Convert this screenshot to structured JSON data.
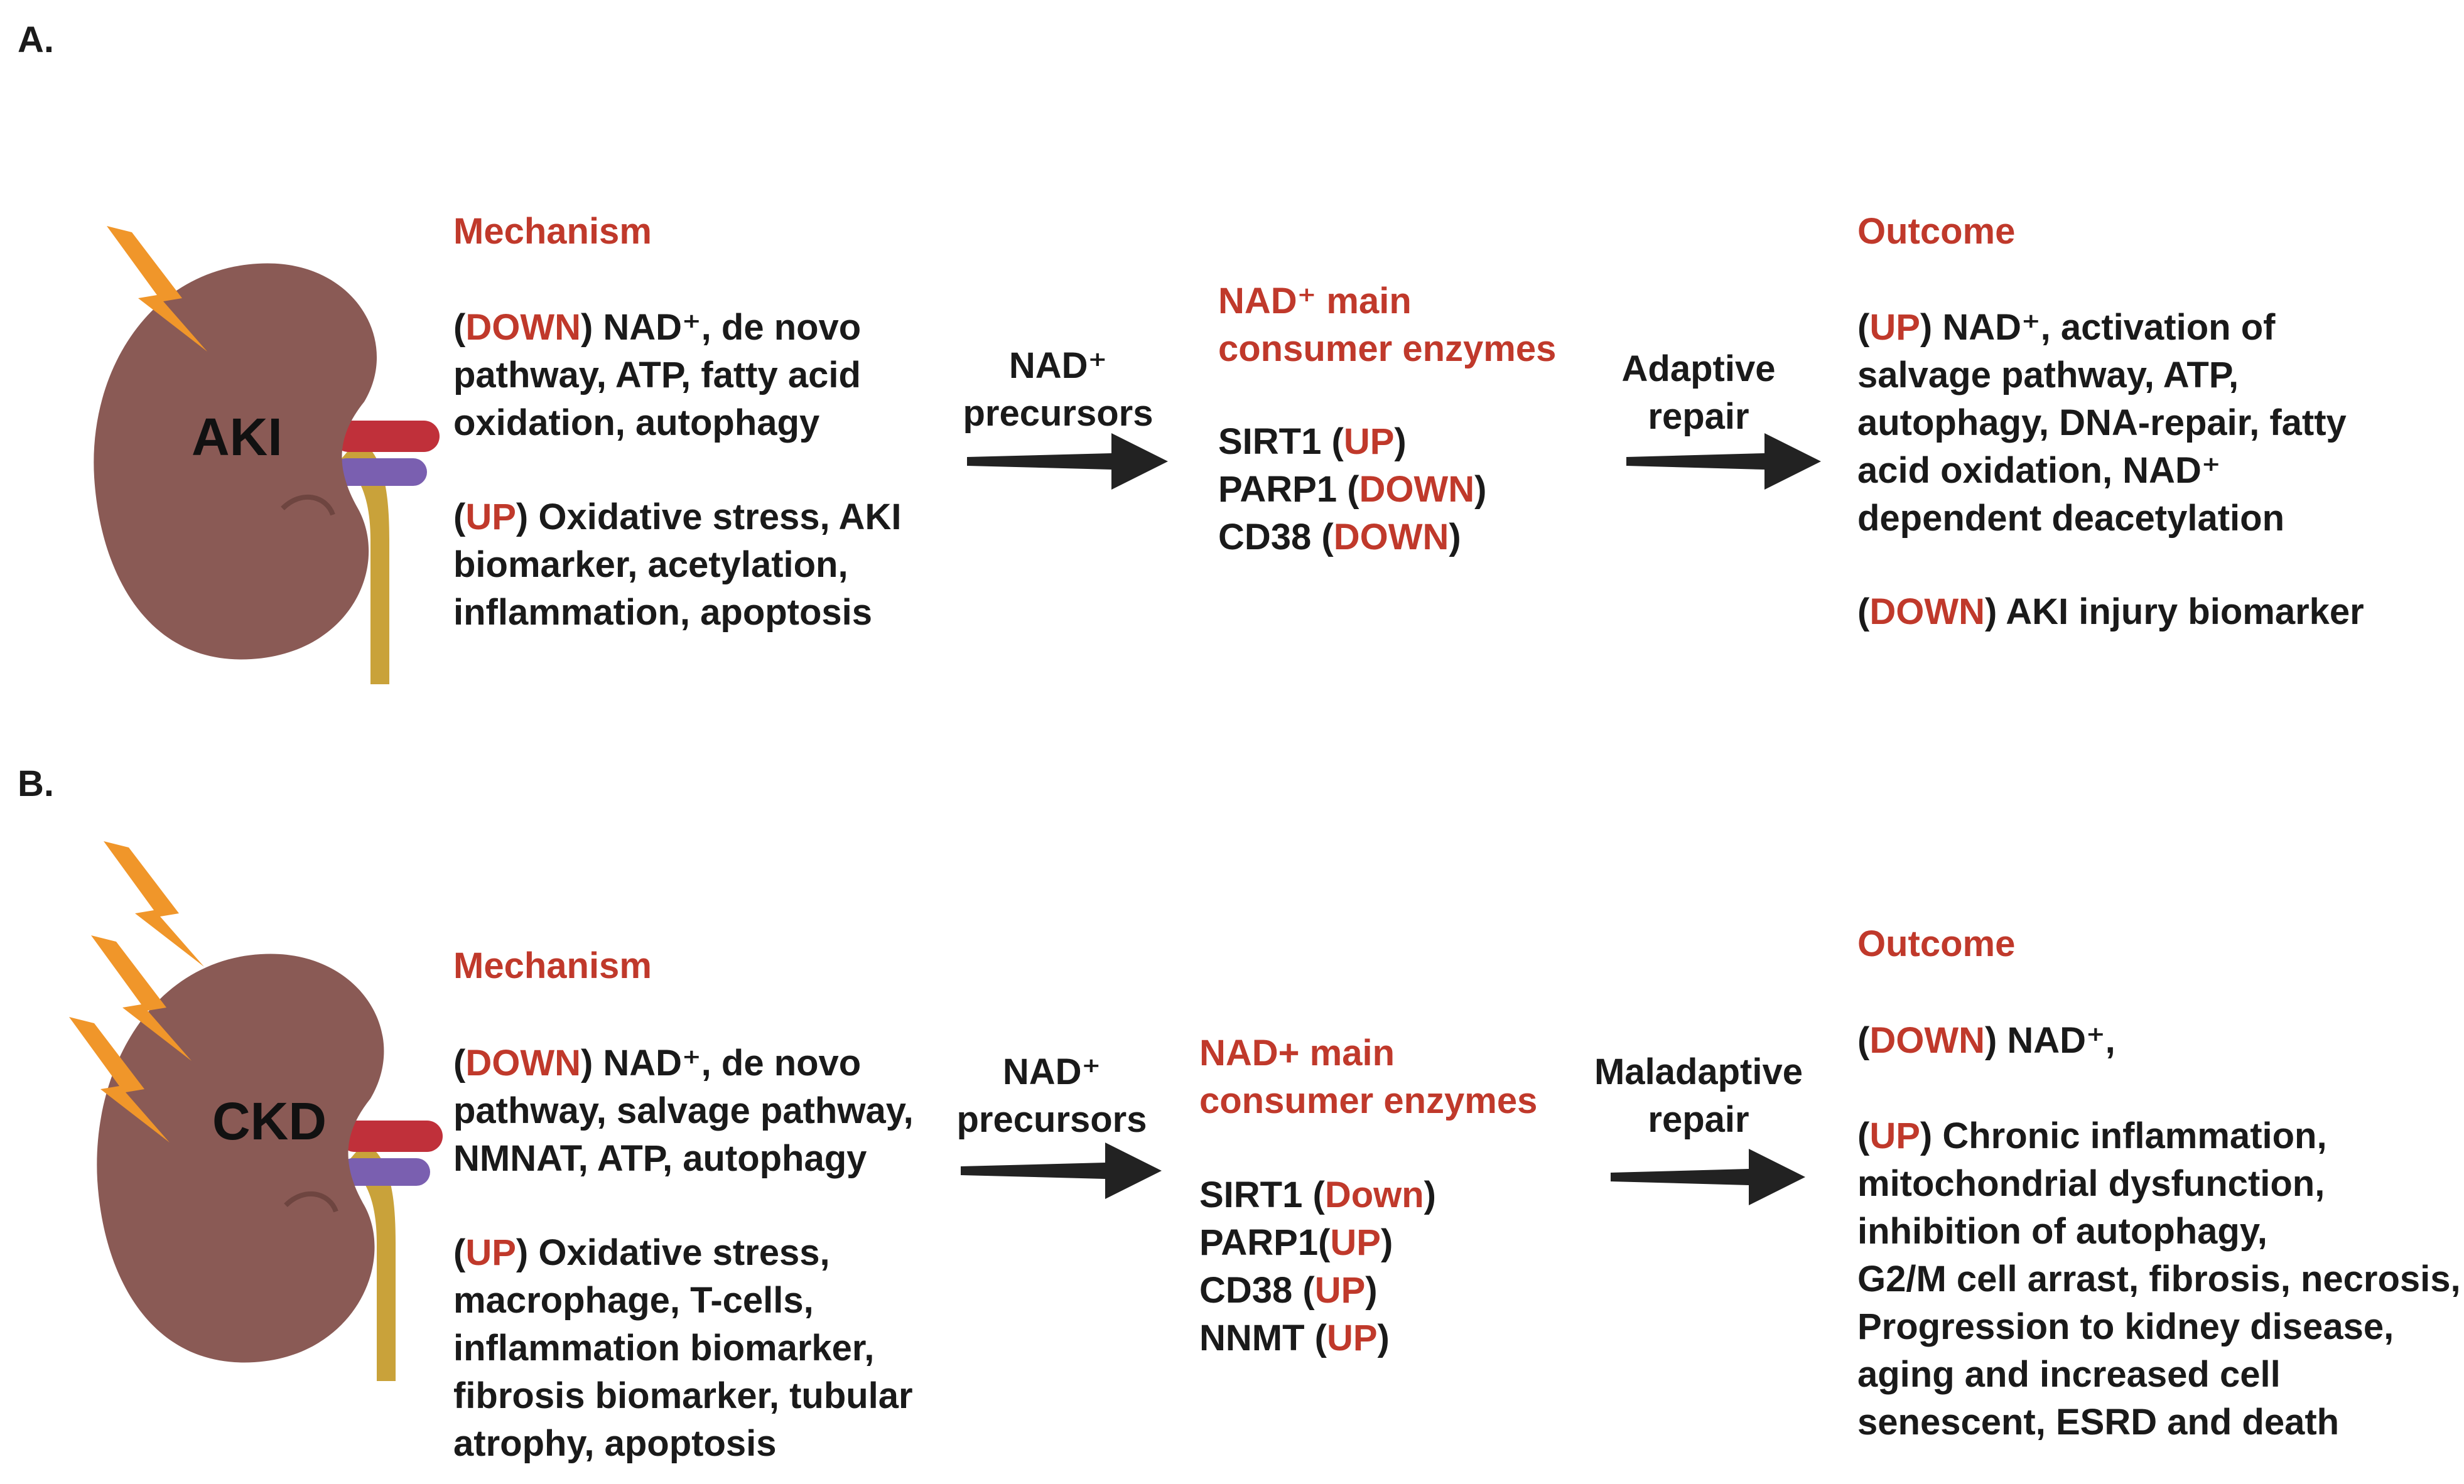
{
  "panel_a": {
    "label": "A.",
    "kidney_label": "AKI",
    "mechanism": {
      "heading": "Mechanism",
      "down": {
        "tag": "DOWN",
        "lines": [
          ") NAD⁺, de novo",
          "pathway, ATP, fatty acid",
          "oxidation, autophagy"
        ]
      },
      "up": {
        "tag": "UP",
        "lines": [
          ") Oxidative stress, AKI",
          "biomarker,  acetylation,",
          "inflammation, apoptosis"
        ]
      }
    },
    "precursor": {
      "line1": "NAD⁺",
      "line2": "precursors"
    },
    "enzymes": {
      "heading1": "NAD⁺ main",
      "heading2": "consumer enzymes",
      "items": [
        {
          "name": "SIRT1 (",
          "state": "UP",
          "close": ")"
        },
        {
          "name": "PARP1 (",
          "state": "DOWN",
          "close": ")"
        },
        {
          "name": "CD38 (",
          "state": "DOWN",
          "close": ")"
        }
      ]
    },
    "repair": {
      "line1": "Adaptive",
      "line2": "repair"
    },
    "outcome": {
      "heading": "Outcome",
      "up": {
        "tag": "UP",
        "lines": [
          ") NAD⁺, activation of",
          "salvage pathway,  ATP,",
          "autophagy, DNA-repair, fatty",
          "acid oxidation, NAD⁺",
          "dependent deacetylation"
        ]
      },
      "down": {
        "tag": "DOWN",
        "lines": [
          ") AKI injury biomarker"
        ]
      }
    }
  },
  "panel_b": {
    "label": "B.",
    "kidney_label": "CKD",
    "mechanism": {
      "heading": "Mechanism",
      "down": {
        "tag": "DOWN",
        "lines": [
          ") NAD⁺, de novo",
          "pathway, salvage pathway,",
          "NMNAT, ATP, autophagy"
        ]
      },
      "up": {
        "tag": "UP",
        "lines": [
          ") Oxidative stress,",
          "macrophage, T-cells,",
          "inflammation biomarker,",
          "fibrosis biomarker, tubular",
          "atrophy, apoptosis"
        ]
      }
    },
    "precursor": {
      "line1": "NAD⁺",
      "line2": "precursors"
    },
    "enzymes": {
      "heading1": "NAD+ main",
      "heading2": "consumer enzymes",
      "items": [
        {
          "name": "SIRT1 (",
          "state": "Down",
          "close": ")"
        },
        {
          "name": "PARP1(",
          "state": "UP",
          "close": ")"
        },
        {
          "name": "CD38 (",
          "state": "UP",
          "close": ")"
        },
        {
          "name": "NNMT (",
          "state": "UP",
          "close": ")"
        }
      ]
    },
    "repair": {
      "line1": "Maladaptive",
      "line2": "repair"
    },
    "outcome": {
      "heading": "Outcome",
      "down": {
        "tag": "DOWN",
        "lines": [
          ") NAD⁺,"
        ]
      },
      "up": {
        "tag": "UP",
        "lines": [
          ") Chronic inflammation,",
          "mitochondrial dysfunction,",
          "inhibition of autophagy,",
          "G2/M cell arrast, fibrosis, necrosis,",
          "Progression to kidney disease,",
          "aging and  increased cell",
          "senescent, ESRD and death"
        ]
      }
    }
  },
  "colors": {
    "accent_red": "#c0392b",
    "kidney": "#8a5a55",
    "lightning": "#f0962a",
    "ureter": "#c9a23a",
    "artery": "#c0303a",
    "vein": "#7a5fb0",
    "arrow": "#222222"
  }
}
